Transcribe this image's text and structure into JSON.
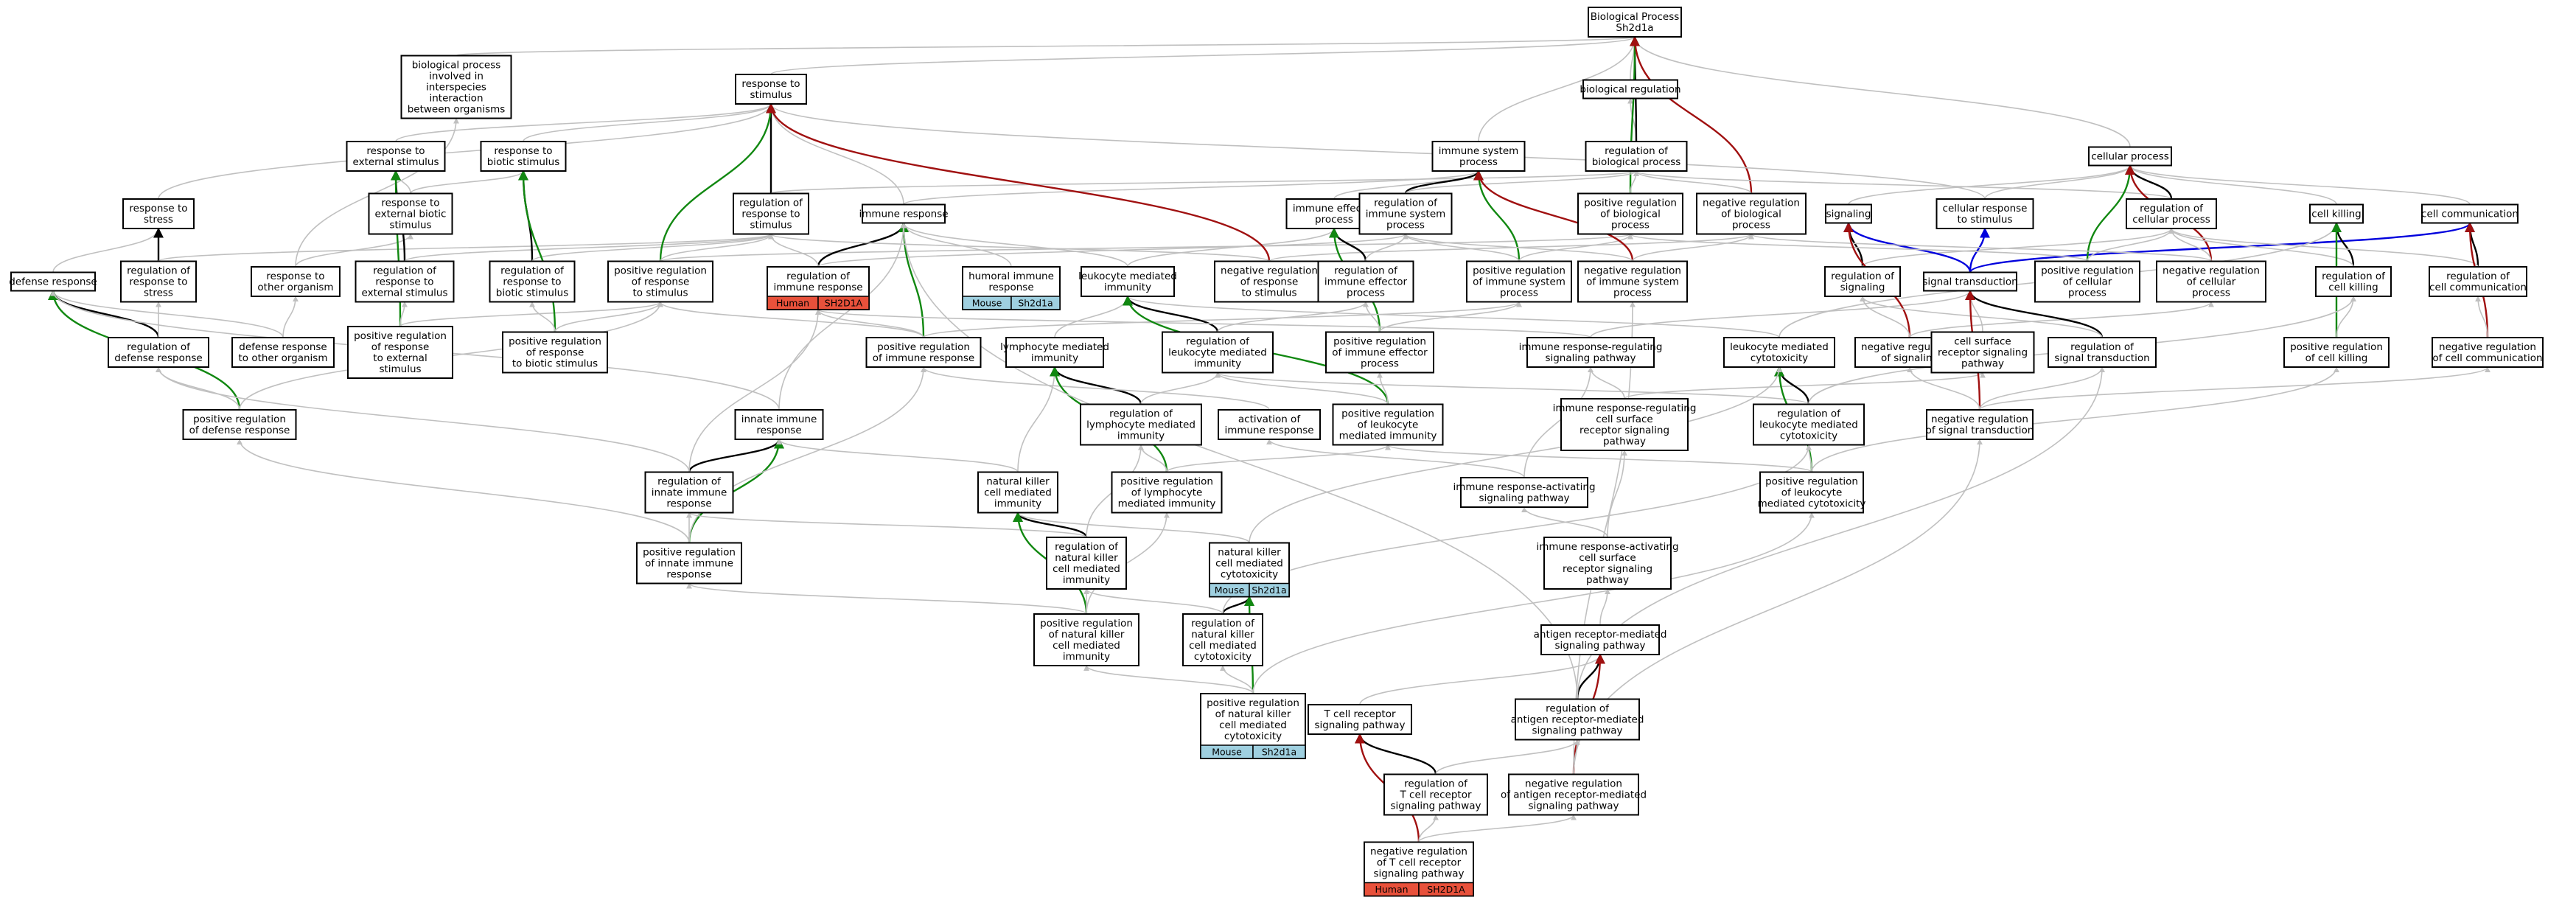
{
  "colors": {
    "gray": "#c0c0c0",
    "black": "#000000",
    "green": "#118811",
    "red": "#a01010",
    "blue": "#0000dd",
    "human_tag": "#e8513b",
    "mouse_tag": "#9fd0e0"
  },
  "nodes": [
    {
      "id": "bp",
      "lines": [
        "Biological Process",
        "Sh2d1a"
      ]
    },
    {
      "id": "bio_reg",
      "lines": [
        "biological regulation"
      ]
    },
    {
      "id": "reg_bp",
      "lines": [
        "regulation of",
        "biological process"
      ]
    },
    {
      "id": "cellular",
      "lines": [
        "cellular process"
      ]
    },
    {
      "id": "bp_interspecies",
      "lines": [
        "biological process",
        "involved in",
        "interspecies",
        "interaction",
        "between organisms"
      ]
    },
    {
      "id": "resp_stim",
      "lines": [
        "response to",
        "stimulus"
      ]
    },
    {
      "id": "resp_ext",
      "lines": [
        "response to",
        "external stimulus"
      ]
    },
    {
      "id": "resp_biotic",
      "lines": [
        "response to",
        "biotic stimulus"
      ]
    },
    {
      "id": "resp_stress",
      "lines": [
        "response to",
        "stress"
      ]
    },
    {
      "id": "resp_ext_biotic",
      "lines": [
        "response to",
        "external biotic",
        "stimulus"
      ]
    },
    {
      "id": "defense",
      "lines": [
        "defense response"
      ]
    },
    {
      "id": "reg_stress",
      "lines": [
        "regulation of",
        "response to",
        "stress"
      ]
    },
    {
      "id": "resp_other",
      "lines": [
        "response to",
        "other organism"
      ]
    },
    {
      "id": "reg_resp_ext",
      "lines": [
        "regulation of",
        "response to",
        "external stimulus"
      ]
    },
    {
      "id": "reg_resp_biotic",
      "lines": [
        "regulation of",
        "response to",
        "biotic stimulus"
      ]
    },
    {
      "id": "reg_resp_stim",
      "lines": [
        "regulation of",
        "response to",
        "stimulus"
      ]
    },
    {
      "id": "pos_reg_resp_stim",
      "lines": [
        "positive regulation",
        "of response",
        "to stimulus"
      ]
    },
    {
      "id": "immune_resp",
      "lines": [
        "immune response"
      ]
    },
    {
      "id": "reg_immune_resp",
      "lines": [
        "regulation of",
        "immune response"
      ],
      "tags": [
        {
          "species": "Human",
          "gene": "SH2D1A"
        }
      ]
    },
    {
      "id": "humoral",
      "lines": [
        "humoral immune",
        "response"
      ],
      "tags": [
        {
          "species": "Mouse",
          "gene": "Sh2d1a"
        }
      ]
    },
    {
      "id": "reg_def",
      "lines": [
        "regulation of",
        "defense response"
      ]
    },
    {
      "id": "def_other",
      "lines": [
        "defense response",
        "to other organism"
      ]
    },
    {
      "id": "pos_reg_resp_ext",
      "lines": [
        "positive regulation",
        "of response",
        "to external",
        "stimulus"
      ]
    },
    {
      "id": "pos_reg_resp_biotic",
      "lines": [
        "positive regulation",
        "of response",
        "to biotic stimulus"
      ]
    },
    {
      "id": "pos_reg_immune_resp",
      "lines": [
        "positive regulation",
        "of immune response"
      ]
    },
    {
      "id": "pos_reg_def",
      "lines": [
        "positive regulation",
        "of defense response"
      ]
    },
    {
      "id": "innate",
      "lines": [
        "innate immune",
        "response"
      ]
    },
    {
      "id": "reg_innate",
      "lines": [
        "regulation of",
        "innate immune",
        "response"
      ]
    },
    {
      "id": "pos_reg_innate",
      "lines": [
        "positive regulation",
        "of innate immune",
        "response"
      ]
    },
    {
      "id": "immune_sys",
      "lines": [
        "immune system",
        "process"
      ]
    },
    {
      "id": "immune_eff",
      "lines": [
        "immune effector",
        "process"
      ]
    },
    {
      "id": "reg_immune_sys",
      "lines": [
        "regulation of",
        "immune system",
        "process"
      ]
    },
    {
      "id": "pos_reg_bp",
      "lines": [
        "positive regulation",
        "of biological",
        "process"
      ]
    },
    {
      "id": "neg_reg_bp",
      "lines": [
        "negative regulation",
        "of biological",
        "process"
      ]
    },
    {
      "id": "signaling",
      "lines": [
        "signaling"
      ]
    },
    {
      "id": "cell_resp_stim",
      "lines": [
        "cellular response",
        "to stimulus"
      ]
    },
    {
      "id": "reg_cell_proc",
      "lines": [
        "regulation of",
        "cellular process"
      ]
    },
    {
      "id": "cell_killing",
      "lines": [
        "cell killing"
      ]
    },
    {
      "id": "cell_comm",
      "lines": [
        "cell communication"
      ]
    },
    {
      "id": "leuk_med",
      "lines": [
        "leukocyte mediated",
        "immunity"
      ]
    },
    {
      "id": "neg_reg_resp_stim",
      "lines": [
        "negative regulation",
        "of response",
        "to stimulus"
      ]
    },
    {
      "id": "reg_immune_eff",
      "lines": [
        "regulation of",
        "immune effector",
        "process"
      ]
    },
    {
      "id": "pos_reg_immune_sys",
      "lines": [
        "positive regulation",
        "of immune system",
        "process"
      ]
    },
    {
      "id": "neg_reg_immune_sys",
      "lines": [
        "negative regulation",
        "of immune system",
        "process"
      ]
    },
    {
      "id": "reg_signaling",
      "lines": [
        "regulation of",
        "signaling"
      ]
    },
    {
      "id": "sig_trans",
      "lines": [
        "signal transduction"
      ]
    },
    {
      "id": "pos_reg_cell_proc",
      "lines": [
        "positive regulation",
        "of cellular",
        "process"
      ]
    },
    {
      "id": "neg_reg_cell_proc",
      "lines": [
        "negative regulation",
        "of cellular",
        "process"
      ]
    },
    {
      "id": "reg_cell_killing",
      "lines": [
        "regulation of",
        "cell killing"
      ]
    },
    {
      "id": "reg_cell_comm",
      "lines": [
        "regulation of",
        "cell communication"
      ]
    },
    {
      "id": "lymph_med",
      "lines": [
        "lymphocyte mediated",
        "immunity"
      ]
    },
    {
      "id": "reg_leuk_med",
      "lines": [
        "regulation of",
        "leukocyte mediated",
        "immunity"
      ]
    },
    {
      "id": "pos_reg_immune_eff",
      "lines": [
        "positive regulation",
        "of immune effector",
        "process"
      ]
    },
    {
      "id": "ir_reg_sig",
      "lines": [
        "immune response-regulating",
        "signaling pathway"
      ]
    },
    {
      "id": "leuk_cyto",
      "lines": [
        "leukocyte mediated",
        "cytotoxicity"
      ]
    },
    {
      "id": "neg_reg_signaling",
      "lines": [
        "negative regulation",
        "of signaling"
      ]
    },
    {
      "id": "csr_sig",
      "lines": [
        "cell surface",
        "receptor signaling",
        "pathway"
      ]
    },
    {
      "id": "reg_sig_trans",
      "lines": [
        "regulation of",
        "signal transduction"
      ]
    },
    {
      "id": "pos_reg_cell_killing",
      "lines": [
        "positive regulation",
        "of cell killing"
      ]
    },
    {
      "id": "neg_reg_cell_comm",
      "lines": [
        "negative regulation",
        "of cell communication"
      ]
    },
    {
      "id": "reg_lymph_med",
      "lines": [
        "regulation of",
        "lymphocyte mediated",
        "immunity"
      ]
    },
    {
      "id": "act_immune",
      "lines": [
        "activation of",
        "immune response"
      ]
    },
    {
      "id": "pos_reg_leuk_med",
      "lines": [
        "positive regulation",
        "of leukocyte",
        "mediated immunity"
      ]
    },
    {
      "id": "ir_reg_csr",
      "lines": [
        "immune response-regulating",
        "cell surface",
        "receptor signaling",
        "pathway"
      ]
    },
    {
      "id": "reg_leuk_cyto",
      "lines": [
        "regulation of",
        "leukocyte mediated",
        "cytotoxicity"
      ]
    },
    {
      "id": "neg_reg_sig_trans",
      "lines": [
        "negative regulation",
        "of signal transduction"
      ]
    },
    {
      "id": "nk_immunity",
      "lines": [
        "natural killer",
        "cell mediated",
        "immunity"
      ]
    },
    {
      "id": "pos_reg_lymph_med",
      "lines": [
        "positive regulation",
        "of lymphocyte",
        "mediated immunity"
      ]
    },
    {
      "id": "ir_act_sig",
      "lines": [
        "immune response-activating",
        "signaling pathway"
      ]
    },
    {
      "id": "pos_reg_leuk_cyto",
      "lines": [
        "positive regulation",
        "of leukocyte",
        "mediated cytotoxicity"
      ]
    },
    {
      "id": "reg_nk_immunity",
      "lines": [
        "regulation of",
        "natural killer",
        "cell mediated",
        "immunity"
      ]
    },
    {
      "id": "nk_cyto",
      "lines": [
        "natural killer",
        "cell mediated",
        "cytotoxicity"
      ],
      "tags": [
        {
          "species": "Mouse",
          "gene": "Sh2d1a"
        }
      ]
    },
    {
      "id": "ir_act_csr",
      "lines": [
        "immune response-activating",
        "cell surface",
        "receptor signaling",
        "pathway"
      ]
    },
    {
      "id": "pos_reg_nk_immunity",
      "lines": [
        "positive regulation",
        "of natural killer",
        "cell mediated",
        "immunity"
      ]
    },
    {
      "id": "reg_nk_cyto",
      "lines": [
        "regulation of",
        "natural killer",
        "cell mediated",
        "cytotoxicity"
      ]
    },
    {
      "id": "ag_rec_sig",
      "lines": [
        "antigen receptor-mediated",
        "signaling pathway"
      ]
    },
    {
      "id": "pos_reg_nk_cyto",
      "lines": [
        "positive regulation",
        "of natural killer",
        "cell mediated",
        "cytotoxicity"
      ],
      "tags": [
        {
          "species": "Mouse",
          "gene": "Sh2d1a"
        }
      ]
    },
    {
      "id": "tcr_sig",
      "lines": [
        "T cell receptor",
        "signaling pathway"
      ]
    },
    {
      "id": "reg_ag_rec_sig",
      "lines": [
        "regulation of",
        "antigen receptor-mediated",
        "signaling pathway"
      ]
    },
    {
      "id": "reg_tcr_sig",
      "lines": [
        "regulation of",
        "T cell receptor",
        "signaling pathway"
      ]
    },
    {
      "id": "neg_reg_ag_rec_sig",
      "lines": [
        "negative regulation",
        "of antigen receptor-mediated",
        "signaling pathway"
      ]
    },
    {
      "id": "neg_reg_tcr_sig",
      "lines": [
        "negative regulation",
        "of T cell receptor",
        "signaling pathway"
      ],
      "tags": [
        {
          "species": "Human",
          "gene": "SH2D1A"
        }
      ]
    }
  ]
}
